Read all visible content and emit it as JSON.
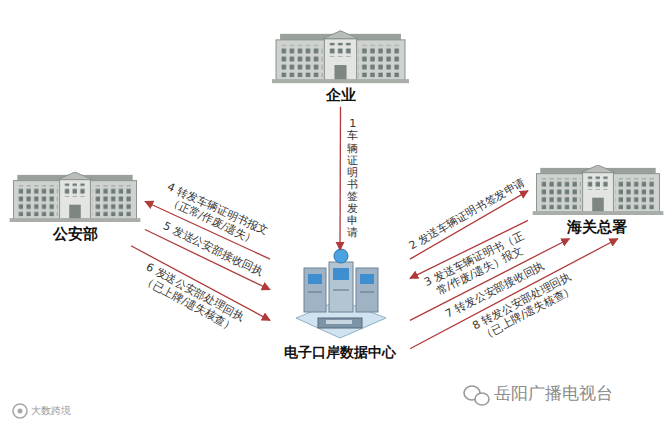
{
  "diagram": {
    "nodes": [
      {
        "text": [
          "企业"
        ]
      },
      {
        "text": [
          "公安部"
        ]
      },
      {
        "text": [
          "海关总署"
        ]
      },
      {
        "text": [
          "电子口岸数据中心"
        ]
      }
    ],
    "edges": [
      {
        "from": 0,
        "to": 3,
        "label": "1 车辆证明书签发申请",
        "arrow": "to"
      },
      {
        "from": 3,
        "to": 2,
        "label": "2 发送车辆证明书签发申请",
        "arrow": "to"
      },
      {
        "from": 2,
        "to": 3,
        "label": "3 发送车辆证明书（正常/作废/遗失）报文",
        "arrow": "to"
      },
      {
        "from": 3,
        "to": 1,
        "label": "4 转发车辆证明书报文（正常/作废/遗失）",
        "arrow": "to"
      },
      {
        "from": 1,
        "to": 3,
        "label": "5 发送公安部接收回执",
        "arrow": "to"
      },
      {
        "from": 1,
        "to": 3,
        "label": "6 发送公安部处理回执（已上牌/遗失核查）",
        "arrow": "to"
      },
      {
        "from": 3,
        "to": 2,
        "label": "7 转发公安部接收回执",
        "arrow": "to"
      },
      {
        "from": 3,
        "to": 2,
        "label": "8 转发公安部处理回执（已上牌/遗失核查）",
        "arrow": "to"
      }
    ],
    "labels": [
      "岳阳广播电视台",
      "大数跨境"
    ]
  }
}
